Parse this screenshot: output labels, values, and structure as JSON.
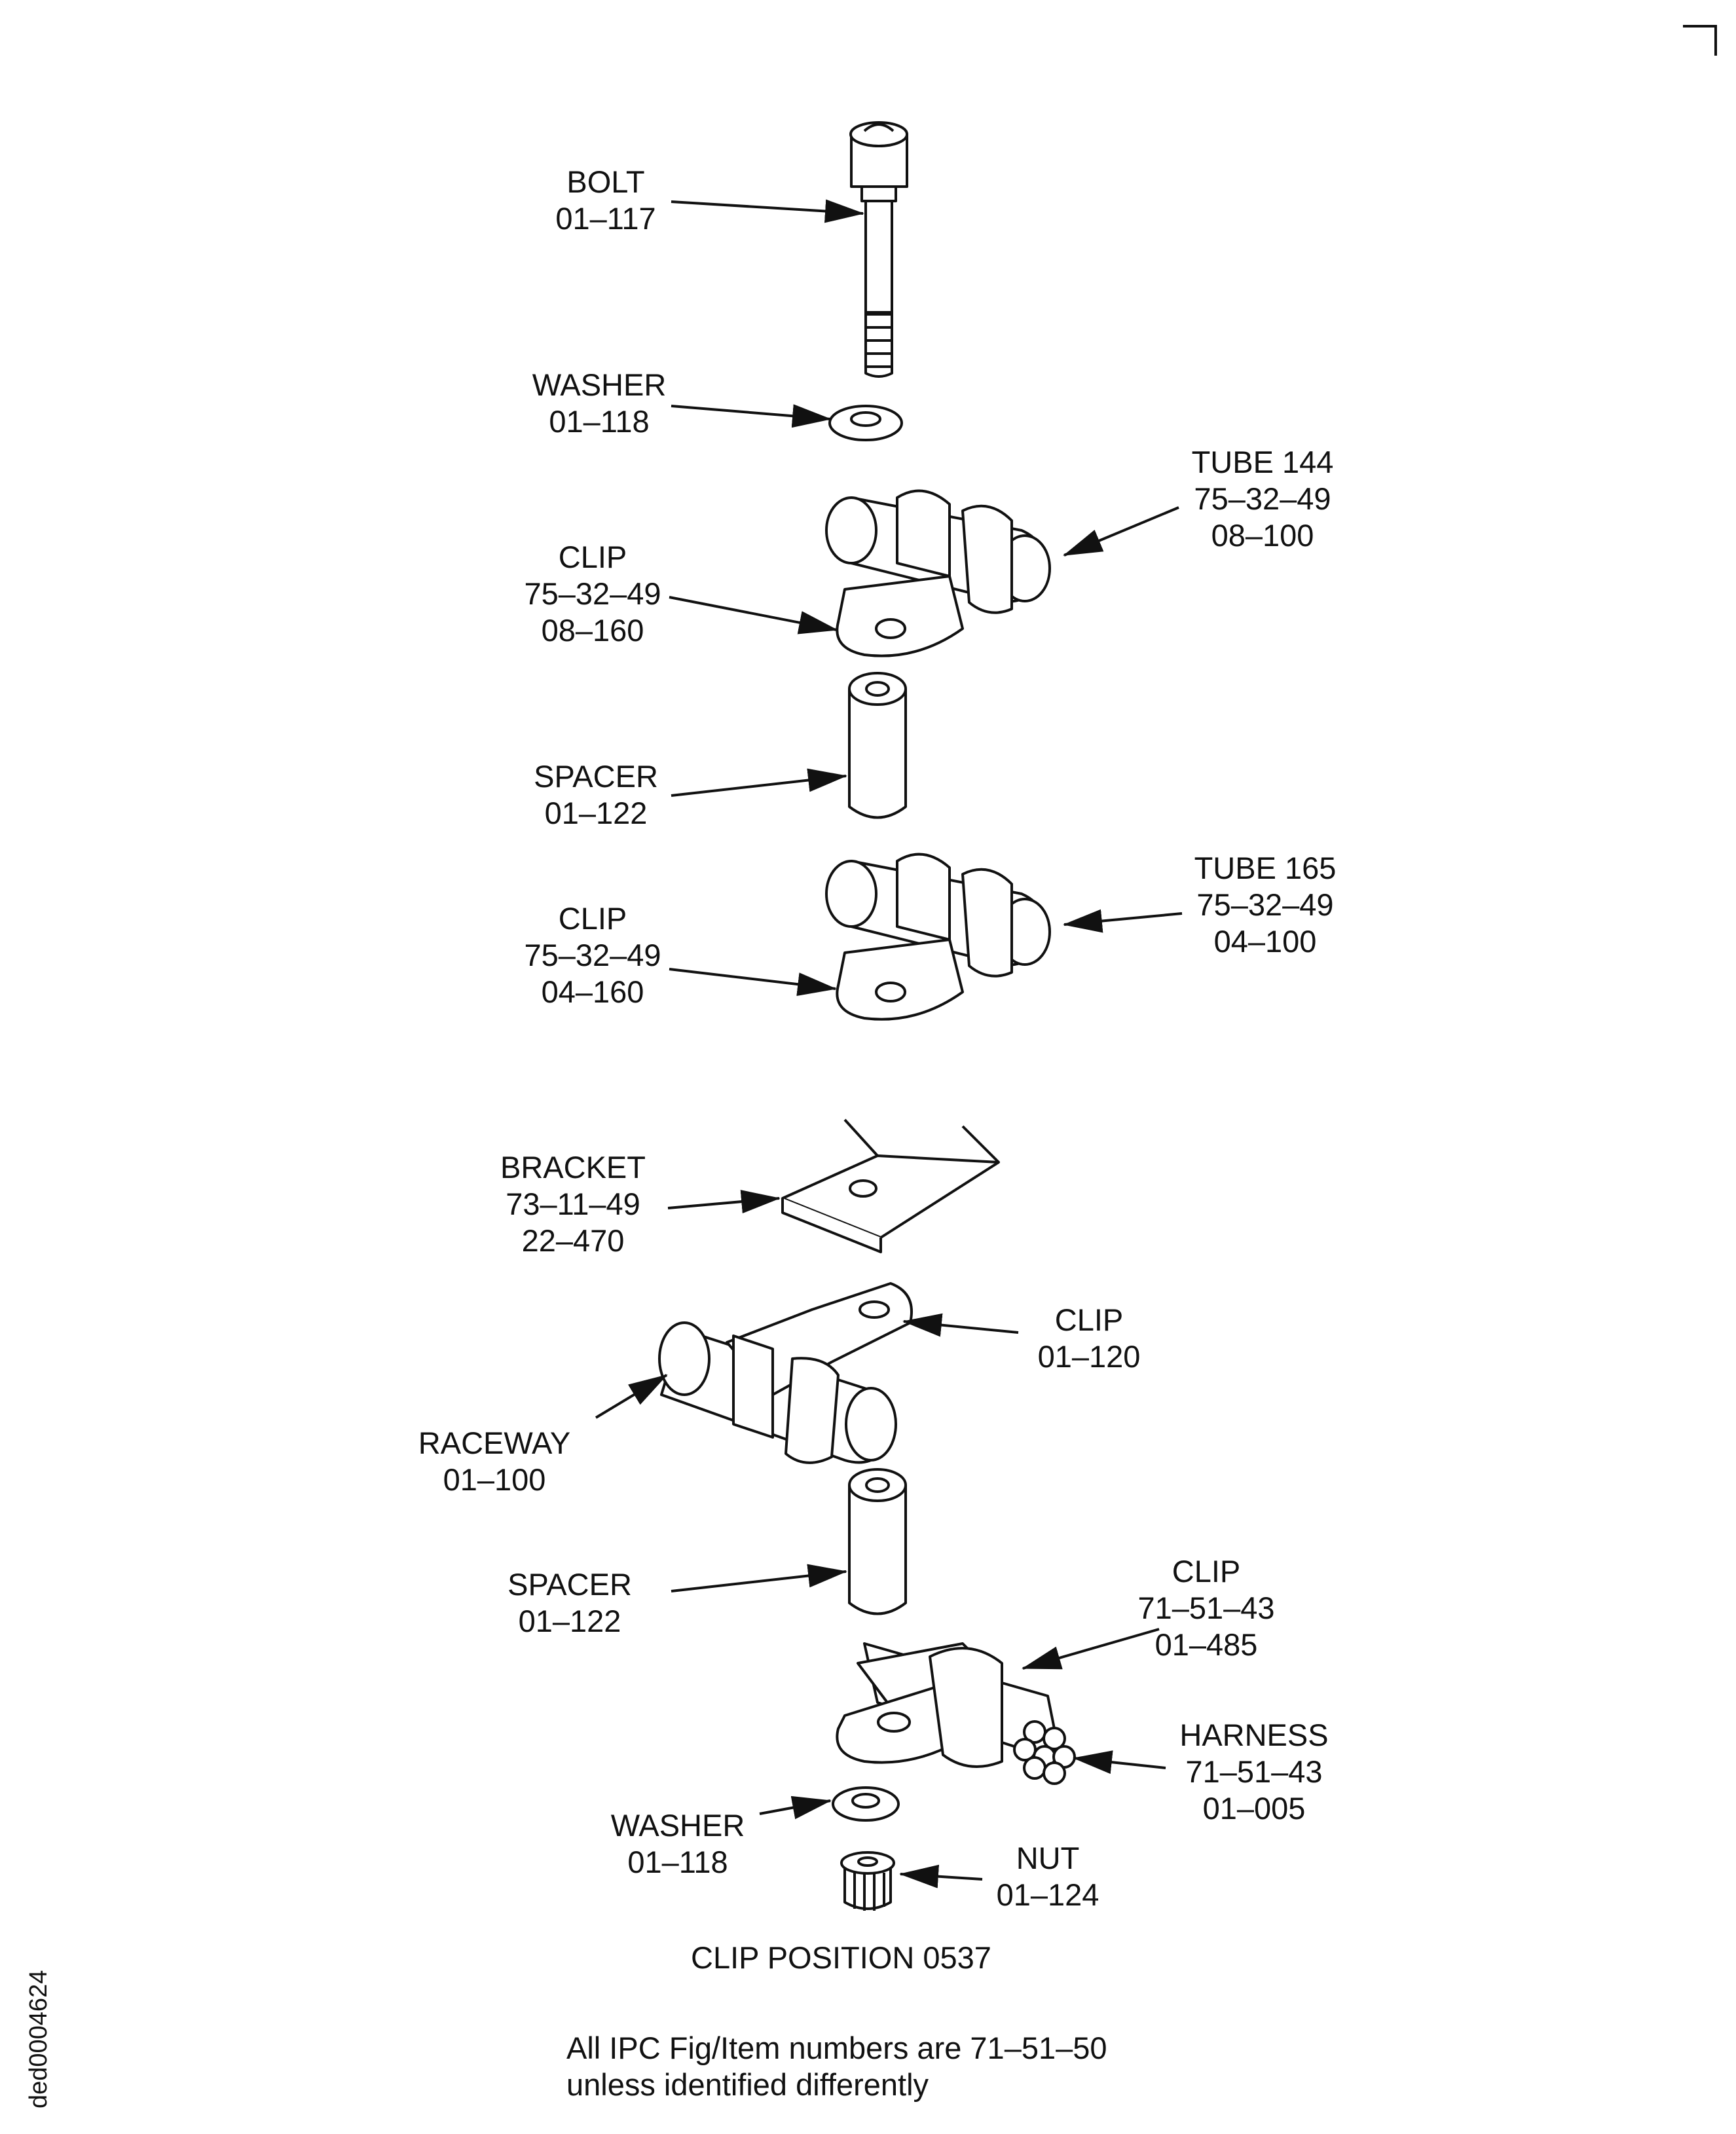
{
  "labels": {
    "bolt": [
      "BOLT",
      "01–117"
    ],
    "washer_top": [
      "WASHER",
      "01–118"
    ],
    "tube_144": [
      "TUBE 144",
      "75–32–49",
      "08–100"
    ],
    "clip_1": [
      "CLIP",
      "75–32–49",
      "08–160"
    ],
    "spacer_top": [
      "SPACER",
      "01–122"
    ],
    "tube_165": [
      "TUBE 165",
      "75–32–49",
      "04–100"
    ],
    "clip_2": [
      "CLIP",
      "75–32–49",
      "04–160"
    ],
    "bracket": [
      "BRACKET",
      "73–11–49",
      "22–470"
    ],
    "clip_3": [
      "CLIP",
      "01–120"
    ],
    "raceway": [
      "RACEWAY",
      "01–100"
    ],
    "spacer_bottom": [
      "SPACER",
      "01–122"
    ],
    "clip_4": [
      "CLIP",
      "71–51–43",
      "01–485"
    ],
    "harness": [
      "HARNESS",
      "71–51–43",
      "01–005"
    ],
    "washer_bottom": [
      "WASHER",
      "01–118"
    ],
    "nut": [
      "NUT",
      "01–124"
    ]
  },
  "caption": "CLIP POSITION 0537",
  "note": [
    "All IPC Fig/Item numbers are 71–51–50",
    "unless identified differently"
  ],
  "figure_id": "ded0004624"
}
